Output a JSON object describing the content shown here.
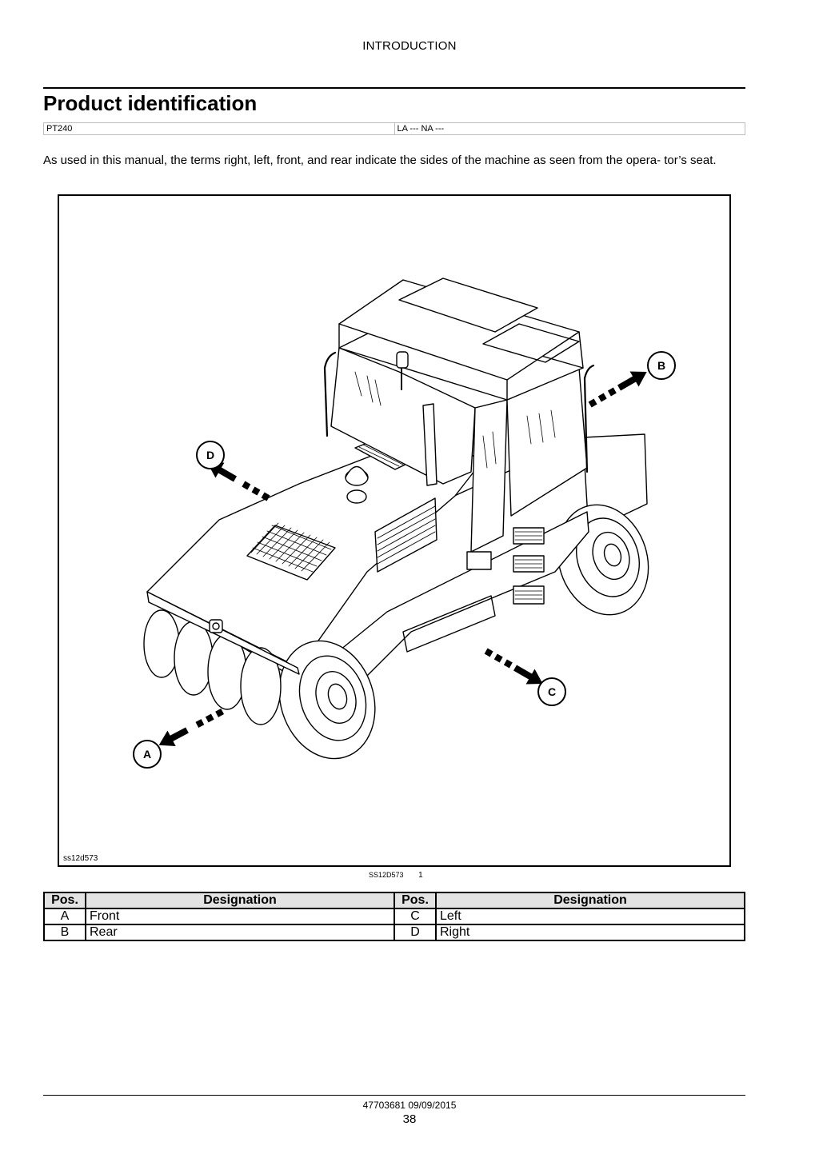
{
  "header": {
    "section": "INTRODUCTION"
  },
  "title": "Product identification",
  "identification": {
    "model": "PT240",
    "region": "LA --- NA ---"
  },
  "intro_text": "As used in this manual, the terms right, left, front, and rear indicate the sides of the machine as seen from the opera- tor’s seat.",
  "figure": {
    "inner_id": "ss12d573",
    "caption_id": "SS12D573",
    "caption_number": "1",
    "callouts": [
      "A",
      "B",
      "C",
      "D"
    ]
  },
  "legend": {
    "headers": [
      "Pos.",
      "Designation",
      "Pos.",
      "Designation"
    ],
    "rows": [
      [
        "A",
        "Front",
        "C",
        "Left"
      ],
      [
        "B",
        "Rear",
        "D",
        "Right"
      ]
    ]
  },
  "footer": {
    "doc_ref": "47703681 09/09/2015",
    "page": "38"
  }
}
